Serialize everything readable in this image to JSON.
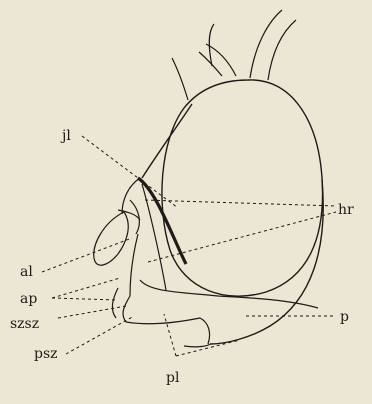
{
  "labels": {
    "jl": "jl",
    "hr": "hr",
    "al": "al",
    "ap": "ap",
    "szsz": "szsz",
    "psz": "psz",
    "p": "p",
    "pl": "pl"
  },
  "colors": {
    "paper": "#ece6d5",
    "ink": "#1d1b18"
  }
}
